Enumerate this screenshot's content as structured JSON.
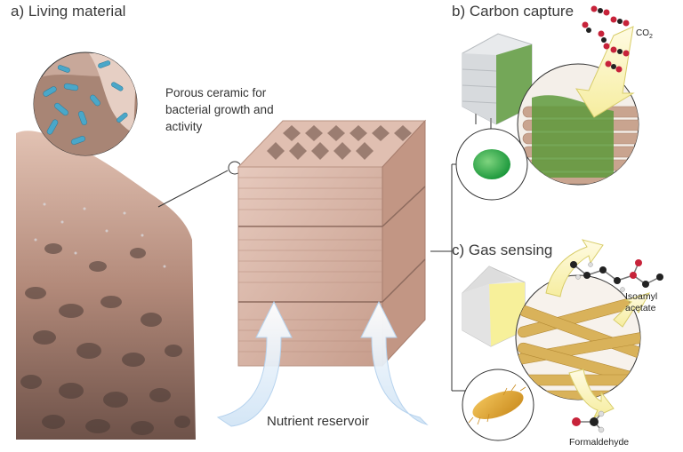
{
  "panels": {
    "a": {
      "title": "a)  Living material",
      "caption": "Porous ceramic for bacterial growth and activity"
    },
    "b": {
      "title": "b)  Carbon capture",
      "co2_label": "CO",
      "co2_sub": "2"
    },
    "c": {
      "title": "c)  Gas sensing",
      "isoamyl_label_1": "Isoamyl",
      "isoamyl_label_2": "acetate",
      "formaldehyde_label": "Formaldehyde"
    }
  },
  "center": {
    "reservoir_label": "Nutrient reservoir"
  },
  "colors": {
    "ceramic": "#d8b4a6",
    "ceramic_dark": "#b98d7c",
    "bacteria_blue": "#4aa7c9",
    "algae_green": "#4f9a3a",
    "yeast_yellow": "#e8b43a",
    "arrow_blue": "#cfe3f5",
    "arrow_yellow": "#f0e08a"
  },
  "icons": [
    "molecule-icon",
    "building-icon",
    "house-icon",
    "bacterium-icon"
  ]
}
